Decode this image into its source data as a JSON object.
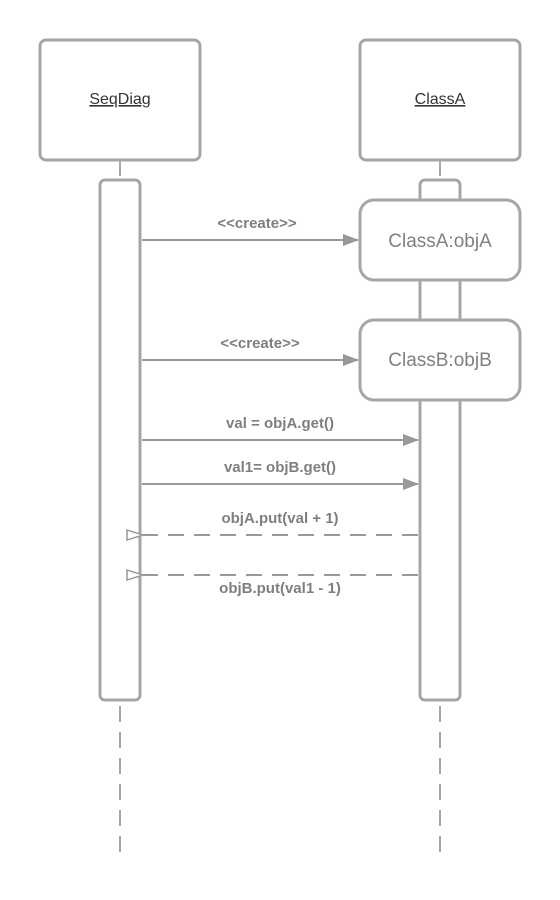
{
  "participants": [
    {
      "id": "seqdiag",
      "label": "SeqDiag"
    },
    {
      "id": "classa",
      "label": "ClassA"
    }
  ],
  "objects": [
    {
      "id": "objA",
      "label": "ClassA:objA"
    },
    {
      "id": "objB",
      "label": "ClassB:objB"
    }
  ],
  "messages": [
    {
      "label": "<<create>>",
      "style": "solid-create"
    },
    {
      "label": "<<create>>",
      "style": "solid-create"
    },
    {
      "label": "val = objA.get()",
      "style": "solid"
    },
    {
      "label": "val1= objB.get()",
      "style": "solid"
    },
    {
      "label": "objA.put(val + 1)",
      "style": "dashed-return"
    },
    {
      "label": "objB.put(val1 - 1)",
      "style": "dashed-return"
    }
  ],
  "colors": {
    "stroke": "#a6a6a6",
    "message": "#999999",
    "text": "#7f7f7f"
  }
}
